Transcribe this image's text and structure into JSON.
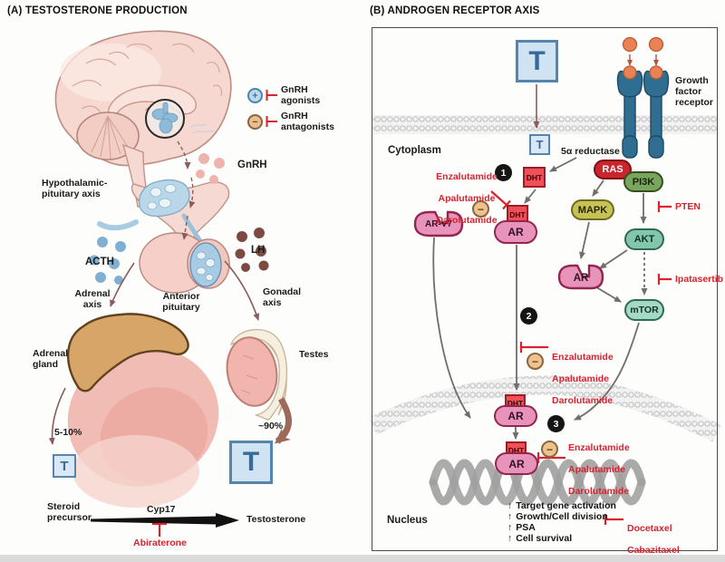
{
  "panelA": {
    "title": "(A) TESTOSTERONE PRODUCTION",
    "legend": {
      "agonists": {
        "symbol": "+",
        "label": "GnRH agonists"
      },
      "antagonists": {
        "symbol": "−",
        "label": "GnRH antagonists"
      }
    },
    "labels": {
      "gnrh": "GnRH",
      "hpa": "Hypothalamic-pituitary axis",
      "acth": "ACTH",
      "lh": "LH",
      "adrenal_axis": "Adrenal axis",
      "anterior_pituitary": "Anterior pituitary",
      "gonadal_axis": "Gonadal axis",
      "adrenal_gland": "Adrenal gland",
      "testes": "Testes",
      "adrenal_pct": "5-10%",
      "testes_pct": "~90%",
      "t_small": "T",
      "t_large": "T"
    },
    "reaction": {
      "substrate": "Steroid precursor",
      "enzyme": "Cyp17",
      "product": "Testosterone",
      "inhibitor": "Abiraterone"
    }
  },
  "panelB": {
    "title": "(B) ANDROGEN RECEPTOR AXIS",
    "compartments": {
      "cytoplasm": "Cytoplasm",
      "nucleus": "Nucleus"
    },
    "t_large": "T",
    "t_small": "T",
    "enzyme_5a": "5α reductase",
    "growth_factor_receptor": "Growth factor receptor",
    "nodes": {
      "dht": "DHT",
      "ar": "AR",
      "arv7": "AR-V7",
      "ras": "RAS",
      "pi3k": "PI3K",
      "mapk": "MAPK",
      "akt": "AKT",
      "mtor": "mTOR"
    },
    "steps": [
      "1",
      "2",
      "3"
    ],
    "minus_symbol": "−",
    "ar_antagonists": [
      "Enzalutamide",
      "Apalutamide",
      "Darolutamide"
    ],
    "pten": "PTEN",
    "ipatasertib": "Ipatasertib",
    "taxanes": [
      "Docetaxel",
      "Cabazitaxel"
    ],
    "outcomes": [
      {
        "glyph": "↑",
        "text": "Target gene activation"
      },
      {
        "glyph": "↑",
        "text": "Growth/Cell division"
      },
      {
        "glyph": "↑",
        "text": "PSA"
      },
      {
        "glyph": "↑",
        "text": "Cell survival"
      }
    ]
  },
  "colors": {
    "drug_red": "#d8232e",
    "t_box_fill": "#cfe3f2",
    "t_box_border": "#5585ad",
    "ar_pink": "#e793ba",
    "dht_red": "#ee4f58",
    "ras_red": "#c9252d",
    "pi3k_green": "#7aa55e",
    "mapk_olive": "#c6c253",
    "akt_teal": "#84c6ac",
    "mtor_teal": "#a5d9c5",
    "membrane_gray": "#c6c6c6",
    "step_black": "#151515",
    "minus_tan": "#eec28d"
  }
}
